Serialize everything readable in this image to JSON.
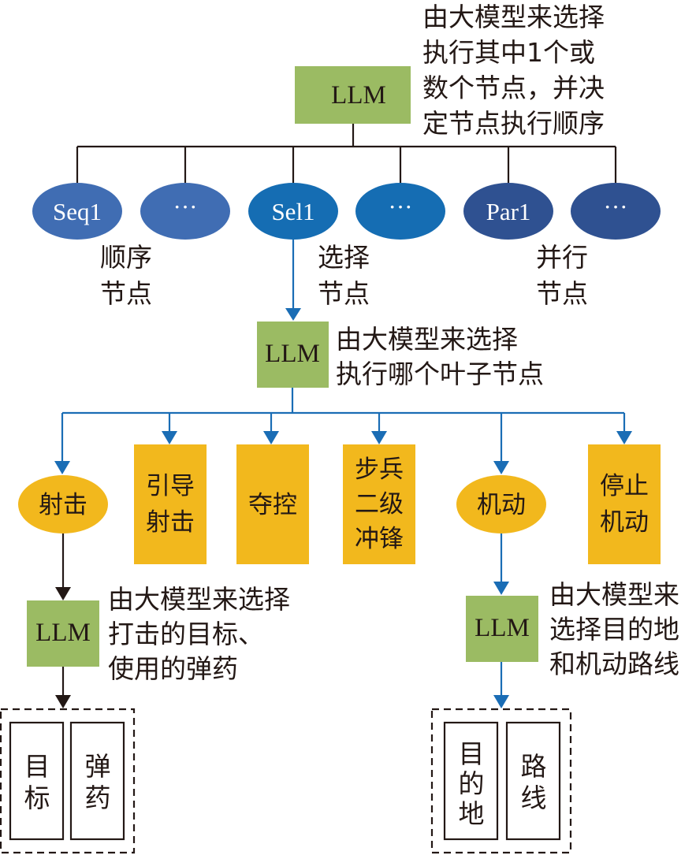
{
  "colors": {
    "llm_fill": "#9bbb63",
    "seq_fill": "#406db3",
    "sel_fill": "#156db3",
    "par_fill": "#2f5191",
    "leaf_fill": "#f2b81d",
    "blue_line": "#1a6db5",
    "black_line": "#231815"
  },
  "top": {
    "llm_label": "LLM",
    "annotation": [
      "由大模型来选择",
      "执行其中1个或",
      "数个节点，并决",
      "定节点执行顺序"
    ]
  },
  "composite_nodes": [
    {
      "label": "Seq1",
      "type": "sequence"
    },
    {
      "label": "···",
      "type": "sequence"
    },
    {
      "label": "Sel1",
      "type": "selector"
    },
    {
      "label": "···",
      "type": "selector"
    },
    {
      "label": "Par1",
      "type": "parallel"
    },
    {
      "label": "···",
      "type": "parallel"
    }
  ],
  "node_type_labels": [
    {
      "lines": [
        "顺序",
        "节点"
      ]
    },
    {
      "lines": [
        "选择",
        "节点"
      ]
    },
    {
      "lines": [
        "并行",
        "节点"
      ]
    }
  ],
  "middle": {
    "llm_label": "LLM",
    "annotation": [
      "由大模型来选择",
      "执行哪个叶子节点"
    ]
  },
  "leaf_nodes": [
    {
      "shape": "ellipse",
      "lines": [
        "射击"
      ]
    },
    {
      "shape": "rect",
      "lines": [
        "引导",
        "射击"
      ]
    },
    {
      "shape": "rect",
      "lines": [
        "夺控"
      ]
    },
    {
      "shape": "rect",
      "lines": [
        "步兵",
        "二级",
        "冲锋"
      ]
    },
    {
      "shape": "ellipse",
      "lines": [
        "机动"
      ]
    },
    {
      "shape": "rect",
      "lines": [
        "停止",
        "机动"
      ]
    }
  ],
  "fire_branch": {
    "llm_label": "LLM",
    "annotation": [
      "由大模型来选择",
      "打击的目标、",
      "使用的弹药"
    ],
    "outputs": [
      {
        "lines": [
          "目",
          "标"
        ]
      },
      {
        "lines": [
          "弹",
          "药"
        ]
      }
    ]
  },
  "move_branch": {
    "llm_label": "LLM",
    "annotation": [
      "由大模型来",
      "选择目的地",
      "和机动路线"
    ],
    "outputs": [
      {
        "lines": [
          "目",
          "的",
          "地"
        ]
      },
      {
        "lines": [
          "路",
          "线"
        ]
      }
    ]
  }
}
